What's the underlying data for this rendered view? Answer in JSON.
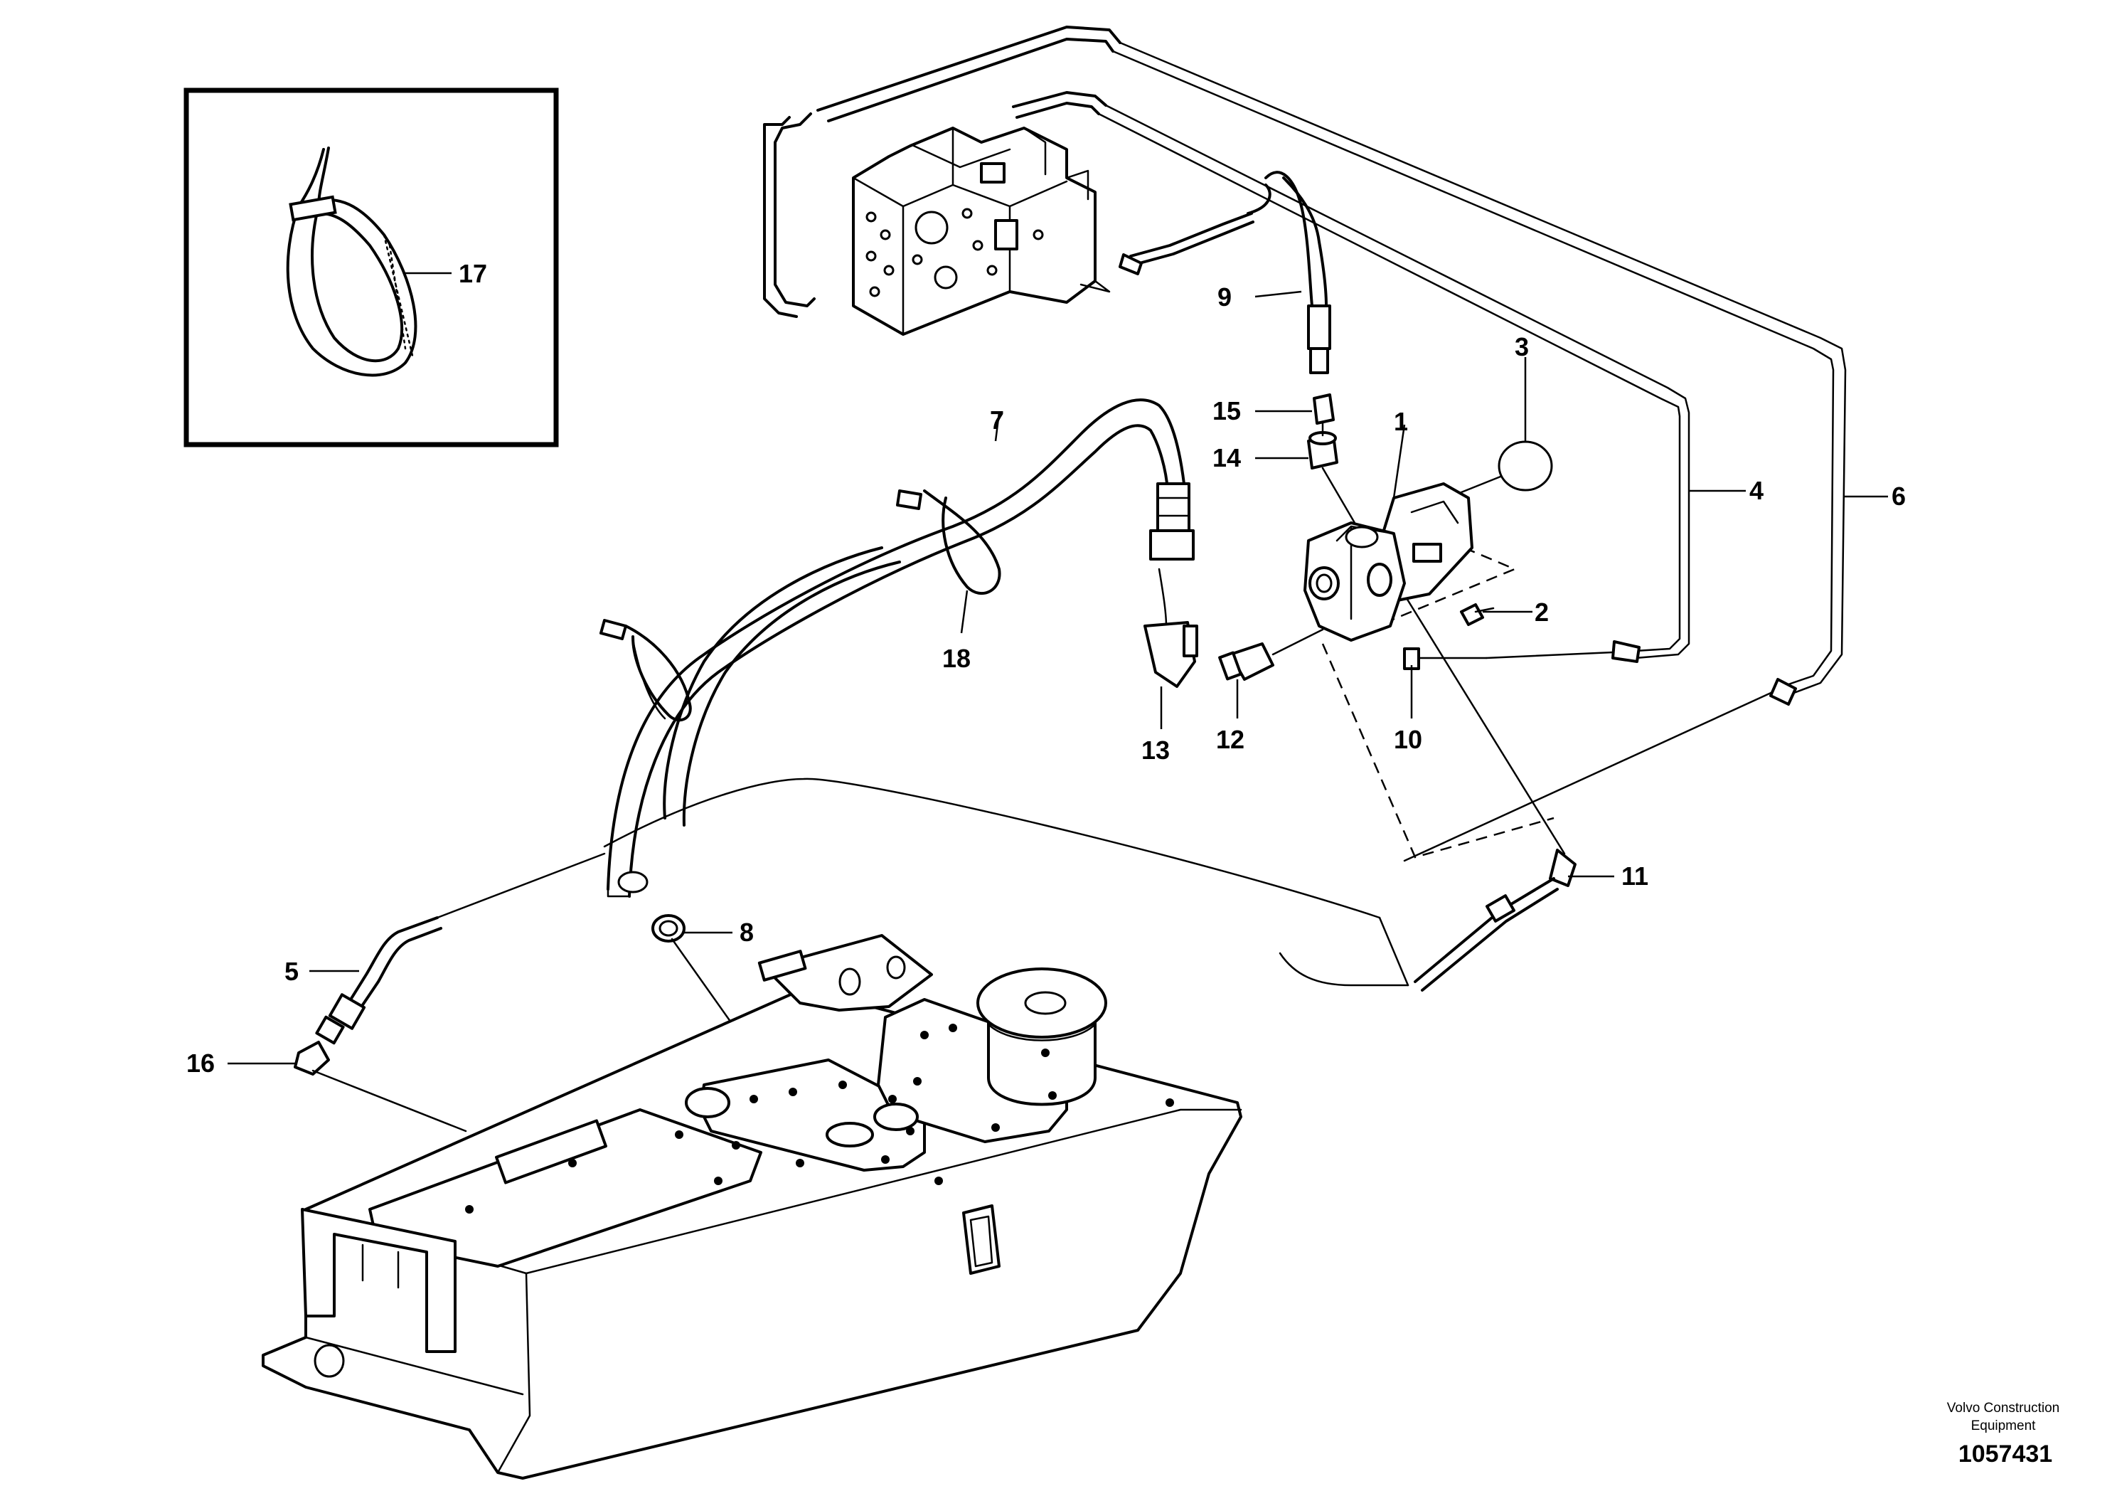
{
  "callouts": {
    "c1": "1",
    "c2": "2",
    "c3": "3",
    "c4": "4",
    "c5": "5",
    "c6": "6",
    "c7": "7",
    "c8": "8",
    "c9": "9",
    "c10": "10",
    "c11": "11",
    "c12": "12",
    "c13": "13",
    "c14": "14",
    "c15": "15",
    "c16": "16",
    "c17": "17",
    "c18": "18"
  },
  "footer": {
    "credit_line1": "Volvo Construction",
    "credit_line2": "Equipment",
    "document_number": "1057431"
  }
}
